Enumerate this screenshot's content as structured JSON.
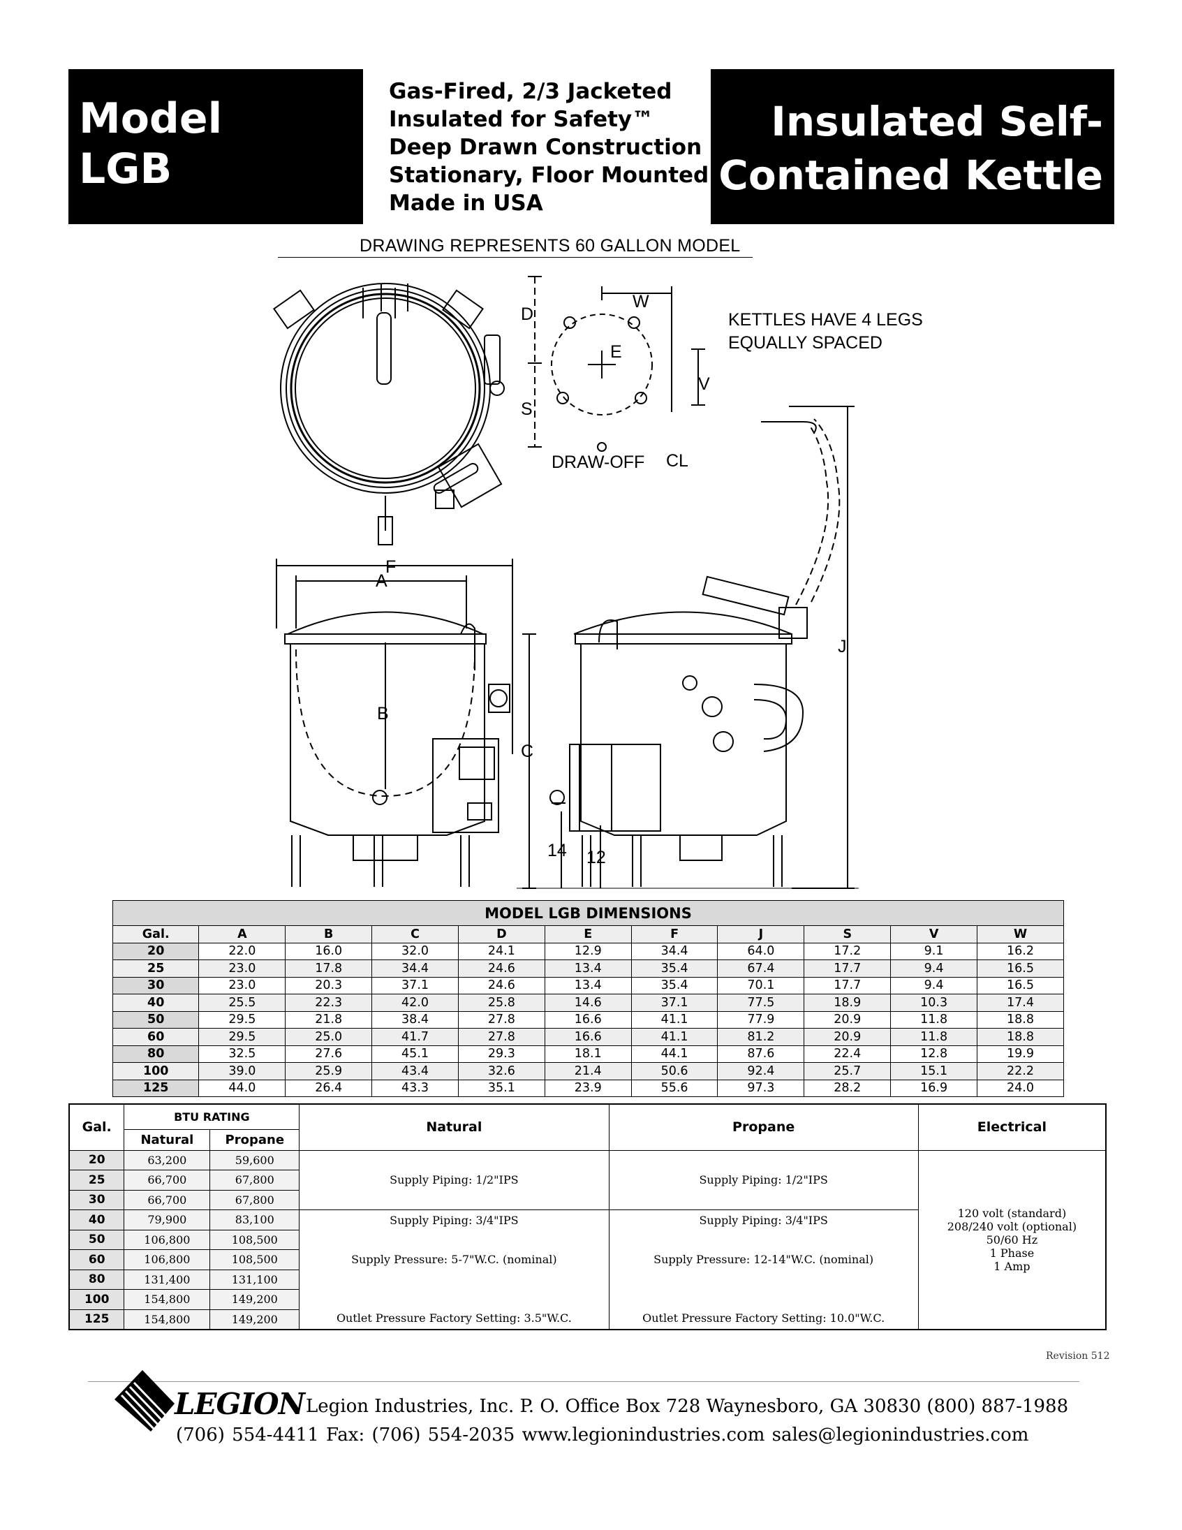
{
  "header": {
    "model_line1": "Model",
    "model_line2": "LGB",
    "features": [
      "Gas-Fired, 2/3 Jacketed",
      "Insulated for Safety™",
      "Deep Drawn Construction",
      "Stationary, Floor Mounted",
      "Made in USA"
    ],
    "product_line1": "Insulated Self-",
    "product_line2": "Contained Kettle"
  },
  "drawing": {
    "caption": "DRAWING REPRESENTS 60 GALLON MODEL",
    "legs_note_1": "KETTLES HAVE 4 LEGS",
    "legs_note_2": "EQUALLY SPACED",
    "labels": {
      "D": "D",
      "S": "S",
      "W": "W",
      "E": "E",
      "V": "V",
      "F": "F",
      "A": "A",
      "B": "B",
      "C": "C",
      "J": "J",
      "draw_off": "DRAW-OFF",
      "cl": "CL",
      "h14": "14",
      "h12": "12"
    }
  },
  "dimensions": {
    "title": "MODEL LGB DIMENSIONS",
    "columns": [
      "Gal.",
      "A",
      "B",
      "C",
      "D",
      "E",
      "F",
      "J",
      "S",
      "V",
      "W"
    ],
    "rows": [
      [
        "20",
        "22.0",
        "16.0",
        "32.0",
        "24.1",
        "12.9",
        "34.4",
        "64.0",
        "17.2",
        "9.1",
        "16.2"
      ],
      [
        "25",
        "23.0",
        "17.8",
        "34.4",
        "24.6",
        "13.4",
        "35.4",
        "67.4",
        "17.7",
        "9.4",
        "16.5"
      ],
      [
        "30",
        "23.0",
        "20.3",
        "37.1",
        "24.6",
        "13.4",
        "35.4",
        "70.1",
        "17.7",
        "9.4",
        "16.5"
      ],
      [
        "40",
        "25.5",
        "22.3",
        "42.0",
        "25.8",
        "14.6",
        "37.1",
        "77.5",
        "18.9",
        "10.3",
        "17.4"
      ],
      [
        "50",
        "29.5",
        "21.8",
        "38.4",
        "27.8",
        "16.6",
        "41.1",
        "77.9",
        "20.9",
        "11.8",
        "18.8"
      ],
      [
        "60",
        "29.5",
        "25.0",
        "41.7",
        "27.8",
        "16.6",
        "41.1",
        "81.2",
        "20.9",
        "11.8",
        "18.8"
      ],
      [
        "80",
        "32.5",
        "27.6",
        "45.1",
        "29.3",
        "18.1",
        "44.1",
        "87.6",
        "22.4",
        "12.8",
        "19.9"
      ],
      [
        "100",
        "39.0",
        "25.9",
        "43.4",
        "32.6",
        "21.4",
        "50.6",
        "92.4",
        "25.7",
        "15.1",
        "22.2"
      ],
      [
        "125",
        "44.0",
        "26.4",
        "43.3",
        "35.1",
        "23.9",
        "55.6",
        "97.3",
        "28.2",
        "16.9",
        "24.0"
      ]
    ]
  },
  "btu": {
    "gal_header": "Gal.",
    "btu_header": "BTU RATING",
    "natural_sub": "Natural",
    "propane_sub": "Propane",
    "natural_header": "Natural",
    "propane_header": "Propane",
    "electrical_header": "Electrical",
    "rows": [
      [
        "20",
        "63,200",
        "59,600"
      ],
      [
        "25",
        "66,700",
        "67,800"
      ],
      [
        "30",
        "66,700",
        "67,800"
      ],
      [
        "40",
        "79,900",
        "83,100"
      ],
      [
        "50",
        "106,800",
        "108,500"
      ],
      [
        "60",
        "106,800",
        "108,500"
      ],
      [
        "80",
        "131,400",
        "131,100"
      ],
      [
        "100",
        "154,800",
        "149,200"
      ],
      [
        "125",
        "154,800",
        "149,200"
      ]
    ],
    "natural_small_piping": "Supply Piping: 1/2\"IPS",
    "propane_small_piping": "Supply Piping: 1/2\"IPS",
    "natural_large_piping": "Supply Piping: 3/4\"IPS",
    "propane_large_piping": "Supply Piping: 3/4\"IPS",
    "natural_pressure": "Supply Pressure: 5-7\"W.C. (nominal)",
    "propane_pressure": "Supply Pressure: 12-14\"W.C. (nominal)",
    "natural_outlet": "Outlet Pressure Factory Setting: 3.5\"W.C.",
    "propane_outlet": "Outlet Pressure Factory Setting: 10.0\"W.C.",
    "electrical": [
      "120 volt (standard)",
      "208/240 volt (optional)",
      "50/60 Hz",
      "1 Phase",
      "1 Amp"
    ]
  },
  "revision": "Revision 512",
  "footer": {
    "brand": "LEGION",
    "line1": "Legion Industries, Inc.   P. O. Office Box 728   Waynesboro, GA  30830   (800) 887-1988",
    "line2": "(706) 554-4411    Fax: (706) 554-2035    www.legionindustries.com    sales@legionindustries.com"
  }
}
